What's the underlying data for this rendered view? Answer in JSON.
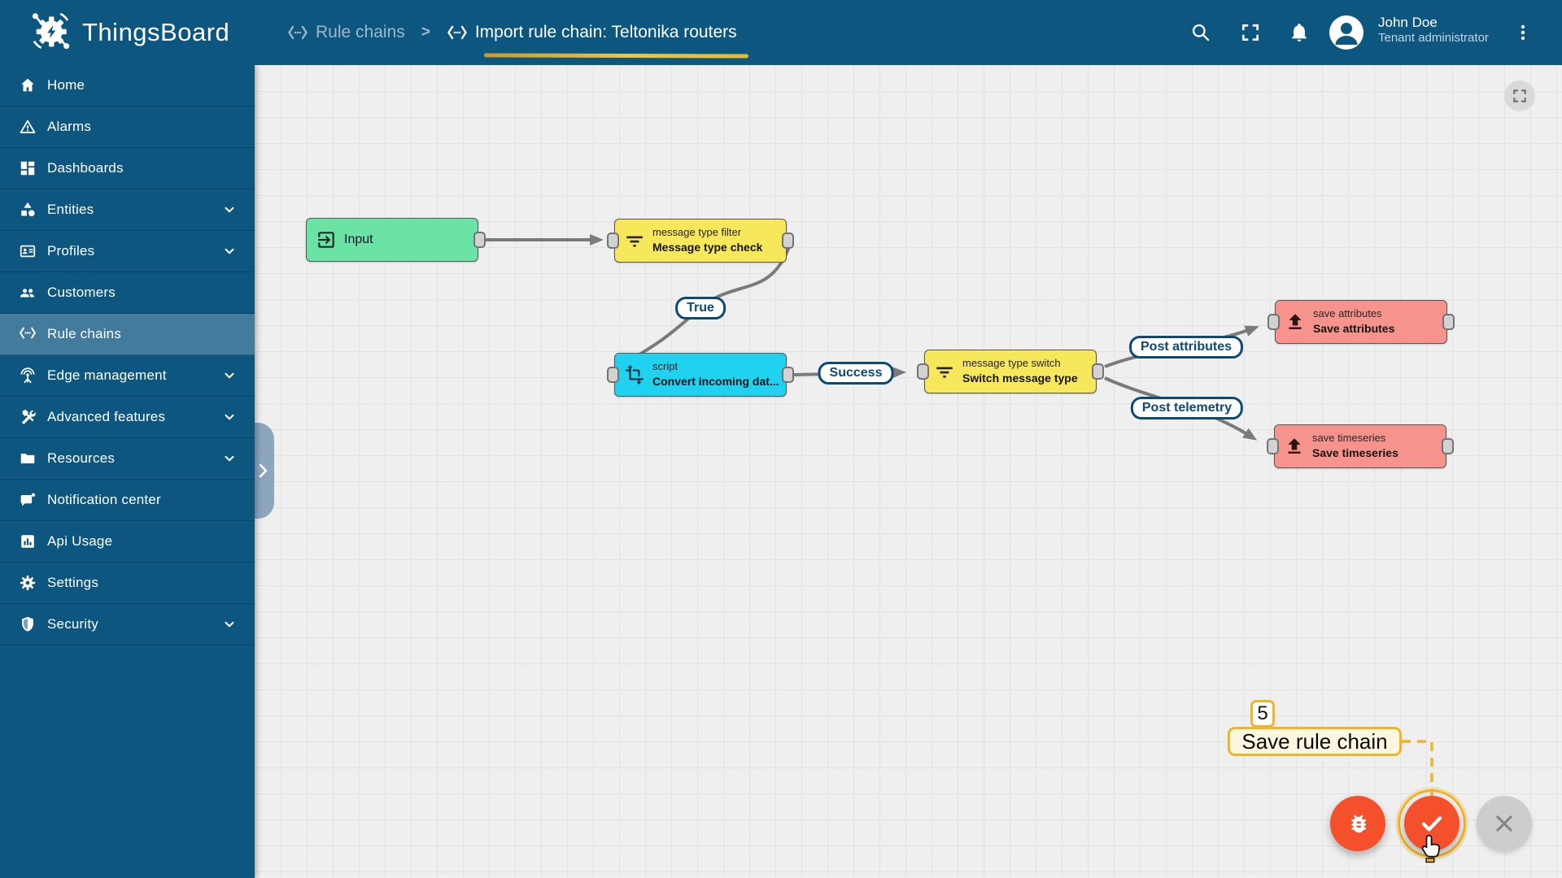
{
  "header": {
    "app_name": "ThingsBoard",
    "breadcrumb": {
      "parent": "Rule chains",
      "separator": ">",
      "current": "Import rule chain: Teltonika routers"
    },
    "user": {
      "name": "John Doe",
      "role": "Tenant administrator"
    }
  },
  "sidebar": {
    "items": [
      {
        "label": "Home",
        "icon": "home-icon",
        "expandable": false,
        "selected": false
      },
      {
        "label": "Alarms",
        "icon": "alarm-icon",
        "expandable": false,
        "selected": false
      },
      {
        "label": "Dashboards",
        "icon": "dashboards-icon",
        "expandable": false,
        "selected": false
      },
      {
        "label": "Entities",
        "icon": "entities-icon",
        "expandable": true,
        "selected": false
      },
      {
        "label": "Profiles",
        "icon": "profiles-icon",
        "expandable": true,
        "selected": false
      },
      {
        "label": "Customers",
        "icon": "customers-icon",
        "expandable": false,
        "selected": false
      },
      {
        "label": "Rule chains",
        "icon": "rule-chains-icon",
        "expandable": false,
        "selected": true
      },
      {
        "label": "Edge management",
        "icon": "edge-icon",
        "expandable": true,
        "selected": false
      },
      {
        "label": "Advanced features",
        "icon": "advanced-icon",
        "expandable": true,
        "selected": false
      },
      {
        "label": "Resources",
        "icon": "resources-icon",
        "expandable": true,
        "selected": false
      },
      {
        "label": "Notification center",
        "icon": "notification-icon",
        "expandable": false,
        "selected": false
      },
      {
        "label": "Api Usage",
        "icon": "api-usage-icon",
        "expandable": false,
        "selected": false
      },
      {
        "label": "Settings",
        "icon": "settings-icon",
        "expandable": false,
        "selected": false
      },
      {
        "label": "Security",
        "icon": "security-icon",
        "expandable": true,
        "selected": false
      }
    ]
  },
  "canvas": {
    "nodes": {
      "input": {
        "name": "Input",
        "color": "#6be3a5"
      },
      "filter": {
        "type": "message type filter",
        "name": "Message type check",
        "color": "#f7e75b"
      },
      "script": {
        "type": "script",
        "name": "Convert incoming dat...",
        "color": "#21d1f0"
      },
      "switch": {
        "type": "message type switch",
        "name": "Switch message type",
        "color": "#f7e75b"
      },
      "save_attributes": {
        "type": "save attributes",
        "name": "Save attributes",
        "color": "#f7938d"
      },
      "save_timeseries": {
        "type": "save timeseries",
        "name": "Save timeseries",
        "color": "#f7938d"
      }
    },
    "links": {
      "true_label": "True",
      "success_label": "Success",
      "post_attributes_label": "Post attributes",
      "post_telemetry_label": "Post telemetry"
    }
  },
  "tutorial": {
    "step_number": "5",
    "label": "Save rule chain"
  },
  "colors": {
    "primary": "#0d5680",
    "accent_orange": "#f4502c",
    "tutorial_gold": "#f0b429",
    "edge_gray": "#7a7a7a"
  }
}
